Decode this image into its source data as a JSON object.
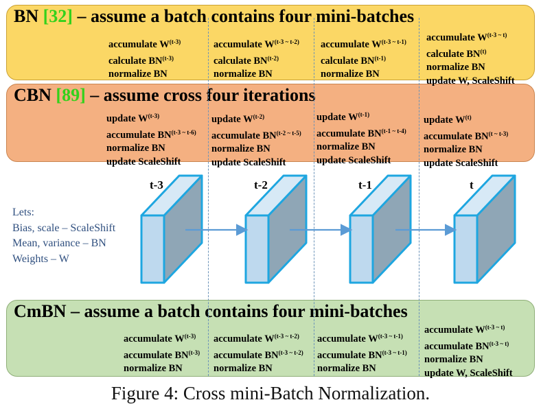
{
  "bn": {
    "title_prefix": "BN ",
    "title_ref": "[32]",
    "title_suffix": " – assume a batch contains four mini-batches",
    "columns": [
      {
        "lines": [
          {
            "text": "accumulate W",
            "sup": "(t-3)"
          },
          {
            "text": "calculate BN",
            "sup": "(t-3)"
          },
          {
            "text": "normalize BN",
            "sup": ""
          }
        ]
      },
      {
        "lines": [
          {
            "text": "accumulate W",
            "sup": "(t-3 ~ t-2)"
          },
          {
            "text": "calculate BN",
            "sup": "(t-2)"
          },
          {
            "text": "normalize BN",
            "sup": ""
          }
        ]
      },
      {
        "lines": [
          {
            "text": "accumulate W",
            "sup": "(t-3 ~ t-1)"
          },
          {
            "text": "calculate BN",
            "sup": "(t-1)"
          },
          {
            "text": "normalize BN",
            "sup": ""
          }
        ]
      },
      {
        "lines": [
          {
            "text": "accumulate W",
            "sup": "(t-3 ~ t)"
          },
          {
            "text": "calculate BN",
            "sup": "(t)"
          },
          {
            "text": "normalize BN",
            "sup": ""
          },
          {
            "text": "update W, ScaleShift",
            "sup": ""
          }
        ]
      }
    ]
  },
  "cbn": {
    "title_prefix": "CBN ",
    "title_ref": "[89]",
    "title_suffix": " – assume cross four iterations",
    "columns": [
      {
        "lines": [
          {
            "text": "update W",
            "sup": "(t-3)"
          },
          {
            "text": "accumulate BN",
            "sup": "(t-3 ~ t-6)"
          },
          {
            "text": "normalize BN",
            "sup": ""
          },
          {
            "text": "update ScaleShift",
            "sup": ""
          }
        ]
      },
      {
        "lines": [
          {
            "text": "update W",
            "sup": "(t-2)"
          },
          {
            "text": "accumulate BN",
            "sup": "(t-2 ~ t-5)"
          },
          {
            "text": "normalize BN",
            "sup": ""
          },
          {
            "text": "update ScaleShift",
            "sup": ""
          }
        ]
      },
      {
        "lines": [
          {
            "text": "update W",
            "sup": "(t-1)"
          },
          {
            "text": "accumulate BN",
            "sup": "(t-1 ~ t-4)"
          },
          {
            "text": "normalize BN",
            "sup": ""
          },
          {
            "text": "update ScaleShift",
            "sup": ""
          }
        ]
      },
      {
        "lines": [
          {
            "text": "update W",
            "sup": "(t)"
          },
          {
            "text": "accumulate BN",
            "sup": "(t ~ t-3)"
          },
          {
            "text": "normalize BN",
            "sup": ""
          },
          {
            "text": "update ScaleShift",
            "sup": ""
          }
        ]
      }
    ]
  },
  "middle": {
    "steps": [
      "t-3",
      "t-2",
      "t-1",
      "t"
    ],
    "lets_lines": [
      "Lets:",
      "Bias, scale – ScaleShift",
      "Mean, variance – BN",
      "Weights – W"
    ]
  },
  "cmbn": {
    "title": "CmBN – assume a batch contains four mini-batches",
    "columns": [
      {
        "lines": [
          {
            "text": "accumulate W",
            "sup": "(t-3)"
          },
          {
            "text": "accumulate BN",
            "sup": "(t-3)"
          },
          {
            "text": "normalize BN",
            "sup": ""
          }
        ]
      },
      {
        "lines": [
          {
            "text": "accumulate W",
            "sup": "(t-3 ~ t-2)"
          },
          {
            "text": "accumulate BN",
            "sup": "(t-3 ~ t-2)"
          },
          {
            "text": "normalize BN",
            "sup": ""
          }
        ]
      },
      {
        "lines": [
          {
            "text": "accumulate W",
            "sup": "(t-3 ~ t-1)"
          },
          {
            "text": "accumulate BN",
            "sup": "(t-3 ~ t-1)"
          },
          {
            "text": "normalize BN",
            "sup": ""
          }
        ]
      },
      {
        "lines": [
          {
            "text": "accumulate W",
            "sup": "(t-3 ~ t)"
          },
          {
            "text": "accumulate BN",
            "sup": "(t-3 ~ t)"
          },
          {
            "text": "normalize BN",
            "sup": ""
          },
          {
            "text": "update W, ScaleShift",
            "sup": ""
          }
        ]
      }
    ]
  },
  "caption": "Figure 4: Cross mini-Batch Normalization.",
  "colors": {
    "bn_panel": "#fbd765",
    "cbn_panel": "#f4b081",
    "cmbn_panel": "#c6e0b4",
    "ref_green": "#33d11b",
    "cube_front": "#bed9ee",
    "cube_side": "#8fa6b6",
    "cube_top": "#d7e9f6",
    "cube_edge": "#1ea6e0",
    "arrow": "#5b9bd5"
  }
}
